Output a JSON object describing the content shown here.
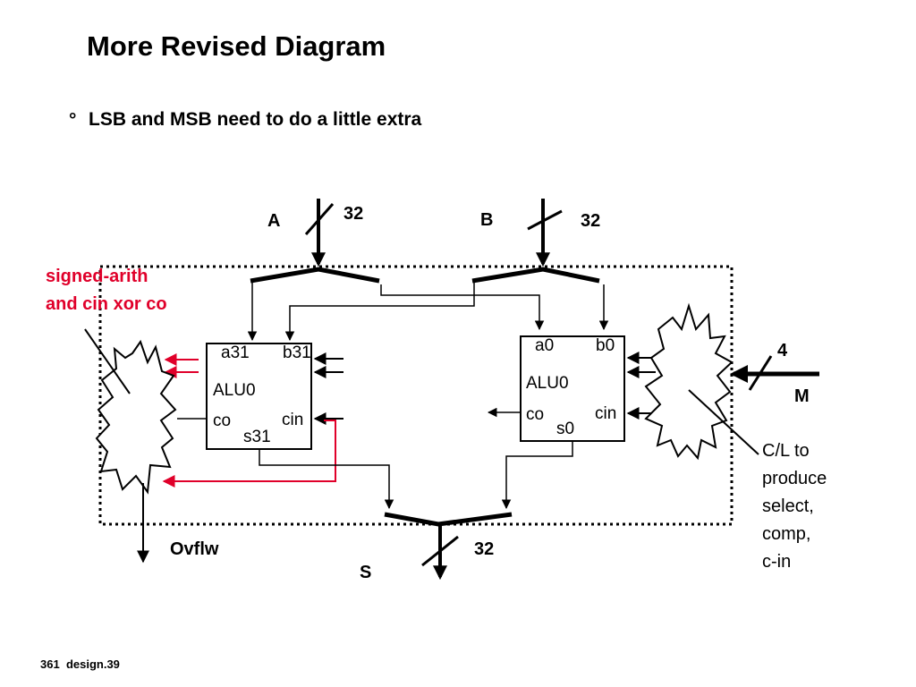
{
  "slide": {
    "title": "More Revised Diagram",
    "bullet_glyph": "°",
    "bullet_text": "LSB and MSB need to do a little extra",
    "footer_page": "361",
    "footer_ref": "design.39"
  },
  "diagram": {
    "input_a_label": "A",
    "input_a_width": "32",
    "input_b_label": "B",
    "input_b_width": "32",
    "output_label": "S",
    "output_width": "32",
    "control_label": "M",
    "control_width": "4",
    "overflow_label": "Ovflw",
    "msb_note_line1": "signed-arith",
    "msb_note_line2": "and cin xor co",
    "cl_note_lines": [
      "C/L to",
      "produce",
      "select,",
      "comp,",
      "c-in"
    ],
    "alu_msb": {
      "a": "a31",
      "b": "b31",
      "name": "ALU0",
      "co": "co",
      "cin": "cin",
      "s": "s31"
    },
    "alu_lsb": {
      "a": "a0",
      "b": "b0",
      "name": "ALU0",
      "co": "co",
      "cin": "cin",
      "s": "s0"
    },
    "colors": {
      "wire": "#000000",
      "overflow_logic": "#e0002a",
      "background": "#ffffff"
    }
  }
}
